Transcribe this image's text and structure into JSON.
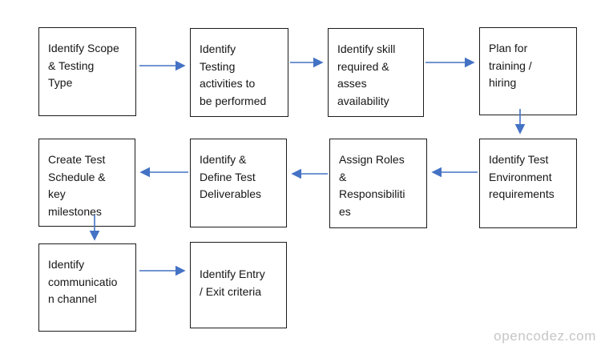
{
  "colors": {
    "arrow": "#4472C4",
    "box_border": "#1c1c1c",
    "box_fill": "#ffffff",
    "background": "#ffffff",
    "watermark": "#c6c6c6"
  },
  "watermark": {
    "text": "opencodez.com"
  },
  "flowchart": {
    "boxes": [
      {
        "id": "scope",
        "label": "Identify Scope\n& Testing\nType"
      },
      {
        "id": "activities",
        "label": "Identify\nTesting\nactivities to\nbe performed"
      },
      {
        "id": "skills",
        "label": "Identify skill\nrequired &\nasses\navailability"
      },
      {
        "id": "training",
        "label": "Plan for\ntraining /\nhiring"
      },
      {
        "id": "environment",
        "label": "Identify Test\nEnvironment\nrequirements"
      },
      {
        "id": "roles",
        "label": "Assign Roles\n&\nResponsibiliti\nes"
      },
      {
        "id": "deliverables",
        "label": "Identify &\nDefine Test\nDeliverables"
      },
      {
        "id": "schedule",
        "label": "Create Test\nSchedule &\nkey\nmilestones"
      },
      {
        "id": "communication",
        "label": "Identify\ncommunicatio\nn channel"
      },
      {
        "id": "criteria",
        "label": "Identify Entry\n/ Exit criteria"
      }
    ],
    "arrows": [
      {
        "from": "scope",
        "to": "activities",
        "direction": "right"
      },
      {
        "from": "activities",
        "to": "skills",
        "direction": "right"
      },
      {
        "from": "skills",
        "to": "training",
        "direction": "right"
      },
      {
        "from": "training",
        "to": "environment",
        "direction": "down"
      },
      {
        "from": "environment",
        "to": "roles",
        "direction": "left"
      },
      {
        "from": "roles",
        "to": "deliverables",
        "direction": "left"
      },
      {
        "from": "deliverables",
        "to": "schedule",
        "direction": "left"
      },
      {
        "from": "schedule",
        "to": "communication",
        "direction": "down"
      },
      {
        "from": "communication",
        "to": "criteria",
        "direction": "right"
      }
    ]
  }
}
